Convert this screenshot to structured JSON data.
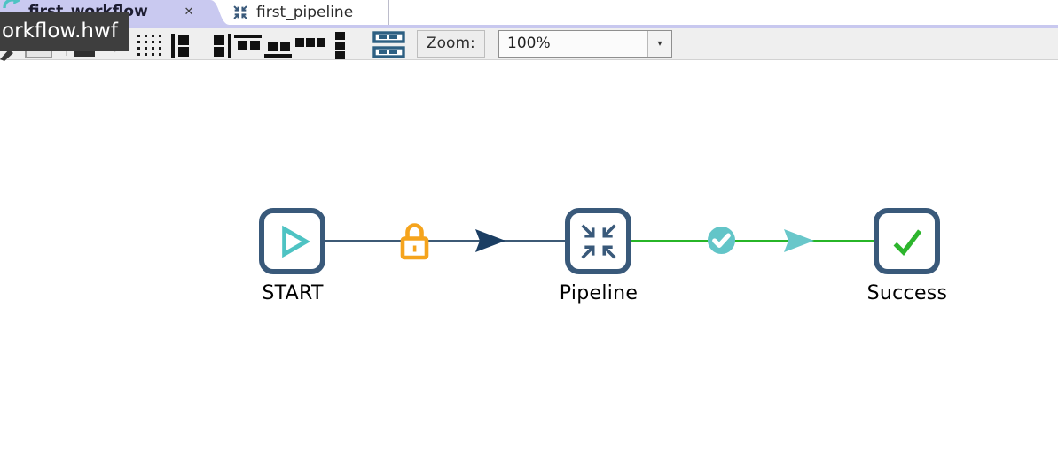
{
  "tabs": {
    "active": {
      "label": "first_workflow",
      "close_glyph": "✕",
      "icon": "workflow-icon"
    },
    "inactive": {
      "label": "first_pipeline",
      "icon": "pipeline-icon"
    }
  },
  "tooltip": {
    "text": "orkflow.hwf"
  },
  "toolbar": {
    "zoom_label": "Zoom:",
    "zoom_value": "100%",
    "dropdown_glyph": "▾",
    "icons": [
      "snap-to-grid",
      "align-left",
      "align-right",
      "align-top",
      "align-bottom",
      "distribute-horizontally",
      "distribute-vertically",
      "view-execution-results"
    ]
  },
  "canvas": {
    "nodes": [
      {
        "id": "start",
        "label": "START",
        "icon": "play-outline-icon"
      },
      {
        "id": "pipeline",
        "label": "Pipeline",
        "icon": "compress-arrows-icon"
      },
      {
        "id": "success",
        "label": "Success",
        "icon": "check-icon"
      }
    ],
    "hops": [
      {
        "from": "START",
        "to": "Pipeline",
        "color": "#3d5a76",
        "decorations": [
          "lock",
          "arrowhead"
        ]
      },
      {
        "from": "Pipeline",
        "to": "Success",
        "color": "#27b527",
        "decorations": [
          "check-circle",
          "arrowhead"
        ]
      }
    ]
  },
  "colors": {
    "node_border": "#39597a",
    "teal": "#4ec3c3",
    "green": "#2db52d",
    "orange": "#f5a41d",
    "hop_dark": "#3d5a76",
    "hop_green": "#27b527",
    "arrow_dark": "#1b3e63",
    "arrow_teal": "#69c7ca",
    "tab_active_bg": "#c9c9f0",
    "toolbar_bg": "#efefef",
    "tooltip_bg": "#3e3e3e"
  }
}
